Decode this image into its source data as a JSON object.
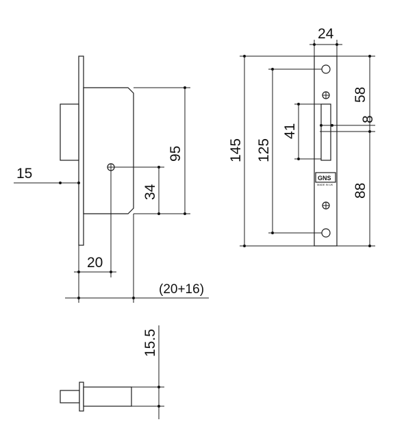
{
  "dimensions": {
    "side_view": {
      "backset": "15",
      "spindle_height": "34",
      "case_height": "95",
      "spindle_offset": "20",
      "depth": "(20+16)"
    },
    "faceplate": {
      "width": "24",
      "overall_height": "145",
      "fixing_centres": "125",
      "bolt_length": "41",
      "top_to_bolt": "58",
      "bolt_gap": "8",
      "bottom_to_bolt": "88"
    },
    "bolt_view": {
      "bolt_height": "15.5"
    }
  },
  "logo": {
    "brand": "GNS",
    "subtext": "MADE IN UK"
  },
  "colors": {
    "ink": "#1a1a1a",
    "background": "#ffffff"
  }
}
